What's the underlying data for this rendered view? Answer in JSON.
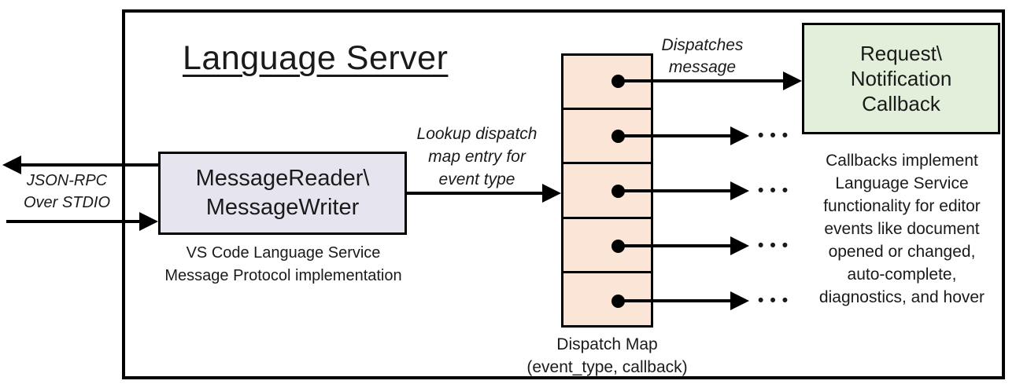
{
  "diagram": {
    "title": "Language Server",
    "io_label": {
      "line1": "JSON-RPC",
      "line2": "Over STDIO"
    },
    "reader_box": {
      "line1": "MessageReader\\",
      "line2": "MessageWriter"
    },
    "reader_caption": {
      "line1": "VS Code Language Service",
      "line2": "Message Protocol implementation"
    },
    "lookup_label": {
      "line1": "Lookup dispatch",
      "line2": "map entry for",
      "line3": "event type"
    },
    "dispatch_label": {
      "line1": "Dispatches",
      "line2": "message"
    },
    "callback_box": {
      "line1": "Request\\",
      "line2": "Notification",
      "line3": "Callback"
    },
    "dispatch_map_caption": {
      "line1": "Dispatch Map",
      "line2": "(event_type, callback)"
    },
    "callbacks_note_lines": [
      "Callbacks implement",
      "Language Service",
      "functionality for editor",
      "events like document",
      "opened or changed,",
      "auto-complete,",
      "diagnostics, and hover"
    ],
    "ellipsis": "•••",
    "colors": {
      "reader_fill": "#e6e4ee",
      "map_fill": "#fbe5d6",
      "callback_fill": "#e2efda",
      "line": "#000000"
    }
  }
}
